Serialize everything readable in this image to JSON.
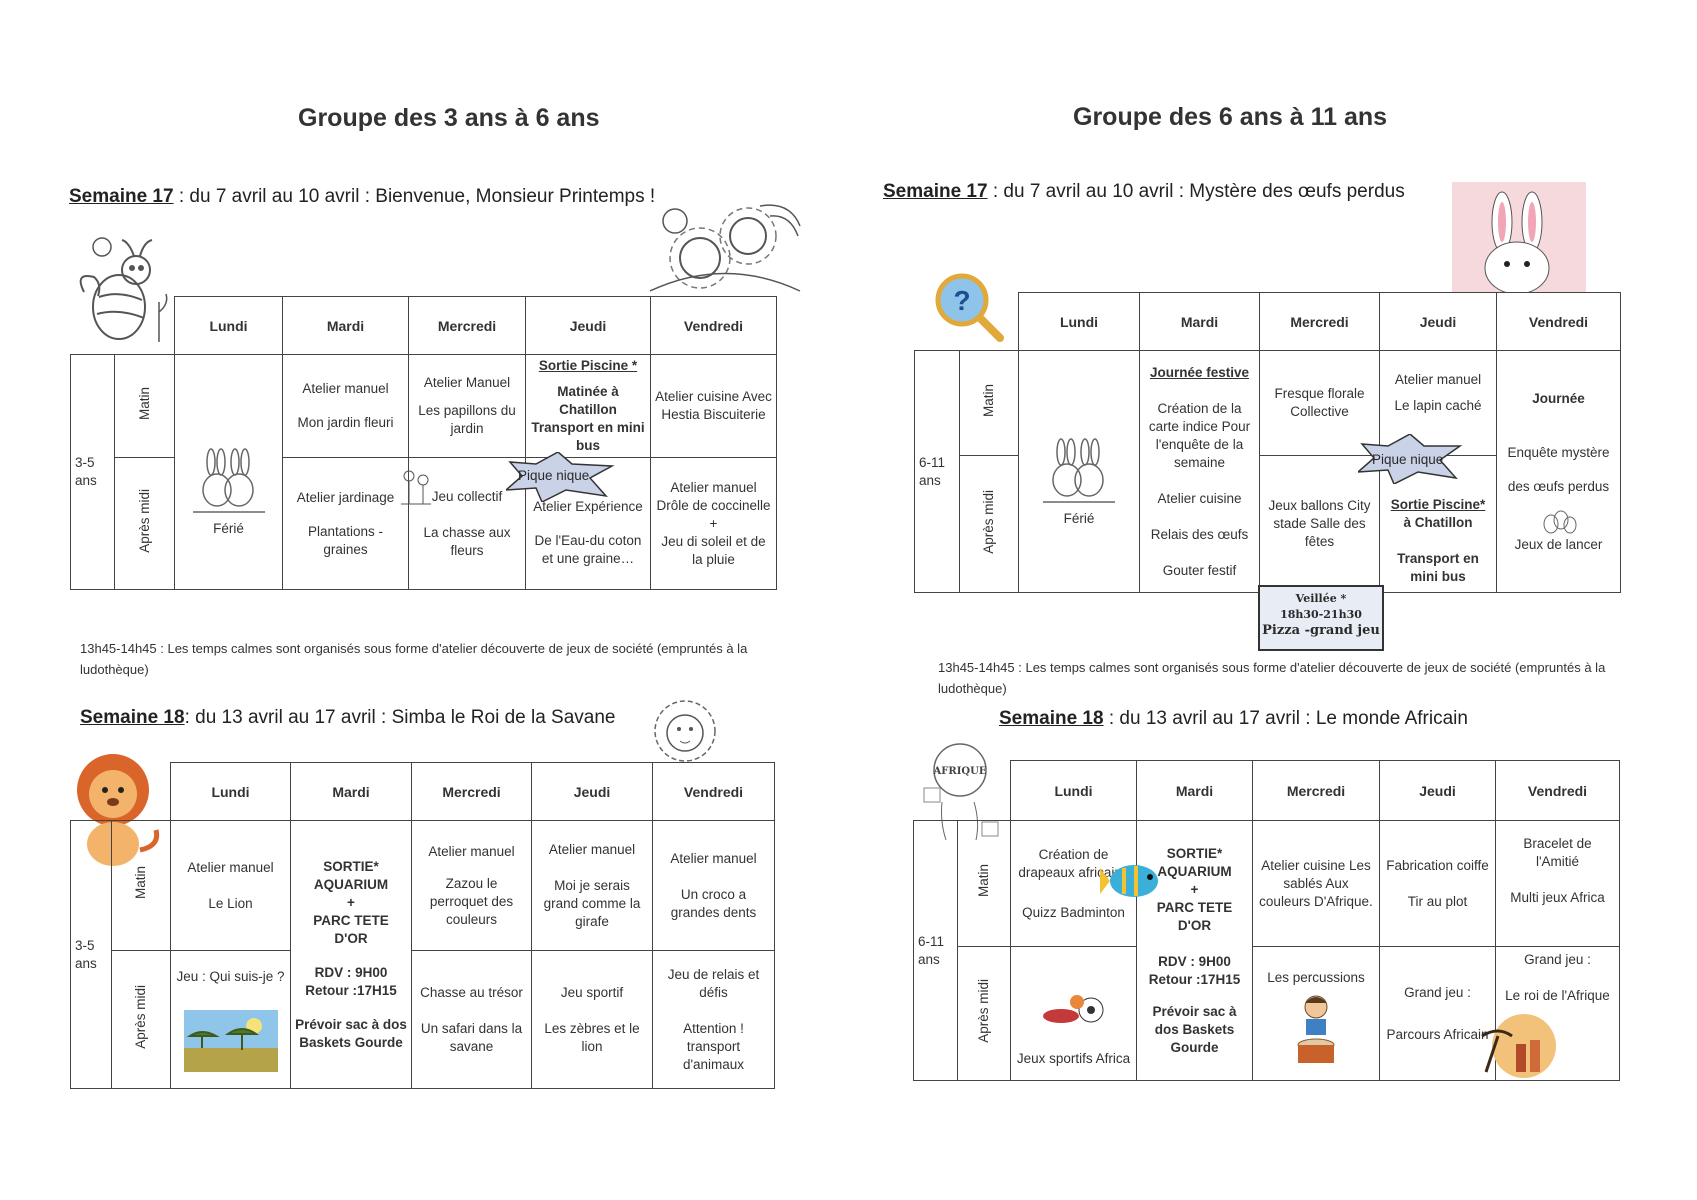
{
  "left": {
    "title": "Groupe des 3 ans à 6 ans",
    "week17": {
      "label": "Semaine 17",
      "rest": " : du 7 avril au 10 avril : Bienvenue, Monsieur Printemps !",
      "days": [
        "Lundi",
        "Mardi",
        "Mercredi",
        "Jeudi",
        "Vendredi"
      ],
      "age": "3-5 ans",
      "matin_label": "Matin",
      "aprem_label": "Après midi",
      "ferie": "Férié",
      "mardi_matin": [
        "Atelier manuel",
        "Mon jardin fleuri"
      ],
      "mercredi_matin": [
        "Atelier Manuel",
        "Les papillons du jardin"
      ],
      "jeudi_matin_head": "Sortie Piscine *",
      "jeudi_matin": "Matinée à Chatillon Transport en mini bus",
      "vendredi_matin": "Atelier cuisine Avec Hestia Biscuiterie",
      "mardi_aprem": [
        "Atelier jardinage",
        "Plantations - graines"
      ],
      "mercredi_aprem": [
        "Jeu collectif",
        "La chasse aux fleurs"
      ],
      "pique_nique": "Pique nique",
      "jeudi_aprem": [
        "Atelier Expérience",
        "De l'Eau-du coton et une graine…"
      ],
      "vendredi_aprem": [
        "Atelier manuel Drôle de coccinelle",
        "+",
        "Jeu di soleil et de la pluie"
      ]
    },
    "note": "13h45-14h45 : Les temps calmes sont organisés sous forme d'atelier découverte de jeux de société (empruntés à la ludothèque)",
    "week18": {
      "label": "Semaine 18",
      "rest": ": du 13 avril au 17 avril : Simba le Roi de la Savane",
      "days": [
        "Lundi",
        "Mardi",
        "Mercredi",
        "Jeudi",
        "Vendredi"
      ],
      "age": "3-5 ans",
      "matin_label": "Matin",
      "aprem_label": "Après midi",
      "lundi_matin": [
        "Atelier manuel",
        "Le Lion"
      ],
      "mardi": [
        "SORTIE* AQUARIUM",
        "+",
        "PARC TETE D'OR",
        "RDV : 9H00 Retour :17H15",
        "Prévoir sac à dos Baskets Gourde"
      ],
      "mercredi_matin": [
        "Atelier manuel",
        "Zazou le perroquet des couleurs"
      ],
      "jeudi_matin": [
        "Atelier manuel",
        "Moi je serais grand comme la girafe"
      ],
      "vendredi_matin": [
        "Atelier manuel",
        "Un croco a grandes dents"
      ],
      "lundi_aprem": "Jeu : Qui suis-je ?",
      "mercredi_aprem": [
        "Chasse au trésor",
        "Un safari dans la savane"
      ],
      "jeudi_aprem": [
        "Jeu sportif",
        "Les zèbres et le lion"
      ],
      "vendredi_aprem": [
        "Jeu de relais et défis",
        "Attention ! transport d'animaux"
      ]
    }
  },
  "right": {
    "title": "Groupe des 6 ans à 11 ans",
    "week17": {
      "label": "Semaine 17",
      "rest": " : du 7 avril au 10 avril : Mystère des œufs perdus",
      "days": [
        "Lundi",
        "Mardi",
        "Mercredi",
        "Jeudi",
        "Vendredi"
      ],
      "age": "6-11 ans",
      "matin_label": "Matin",
      "aprem_label": "Après midi",
      "ferie": "Férié",
      "mardi_head": "Journée festive",
      "mardi": [
        "Création de la carte indice Pour l'enquête de la semaine",
        "Atelier cuisine",
        "Relais des œufs",
        "Gouter festif"
      ],
      "mercredi_matin": "Fresque florale Collective",
      "mercredi_aprem": "Jeux ballons City stade Salle des fêtes",
      "jeudi_matin": [
        "Atelier manuel",
        "Le lapin caché"
      ],
      "pique_nique": "Pique nique",
      "jeudi_aprem_head": "Sortie Piscine*",
      "jeudi_aprem_b": "à Chatillon",
      "jeudi_aprem_c": "Transport en mini bus",
      "vendredi": [
        "Journée",
        "Enquête mystère",
        "des œufs perdus",
        "Jeux de lancer"
      ],
      "veillee": [
        "Veillée *",
        "18h30-21h30",
        "Pizza -grand jeu"
      ]
    },
    "note": "13h45-14h45 : Les temps calmes sont organisés sous forme d'atelier découverte de jeux de société (empruntés à la ludothèque)",
    "week18": {
      "label": "Semaine 18",
      "rest": " : du 13 avril au 17 avril : Le monde Africain",
      "days": [
        "Lundi",
        "Mardi",
        "Mercredi",
        "Jeudi",
        "Vendredi"
      ],
      "age": "6-11 ans",
      "matin_label": "Matin",
      "aprem_label": "Après midi",
      "lundi_matin": [
        "Création de drapeaux africains",
        "Quizz Badminton"
      ],
      "mardi": [
        "SORTIE* AQUARIUM",
        "+",
        "PARC TETE D'OR",
        "RDV : 9H00 Retour :17H15",
        "Prévoir sac à dos Baskets Gourde"
      ],
      "mercredi_matin": "Atelier cuisine Les sablés Aux couleurs D'Afrique.",
      "jeudi_matin": [
        "Fabrication coiffe",
        "Tir au plot"
      ],
      "vendredi_matin": [
        "Bracelet de l'Amitié",
        "Multi jeux Africa"
      ],
      "lundi_aprem": "Jeux sportifs Africa",
      "mercredi_aprem": "Les percussions",
      "jeudi_aprem": [
        "Grand jeu :",
        "Parcours Africain"
      ],
      "vendredi_aprem": [
        "Grand jeu :",
        "Le roi de l'Afrique"
      ],
      "afrique_stamp": "AFRIQUE"
    }
  }
}
